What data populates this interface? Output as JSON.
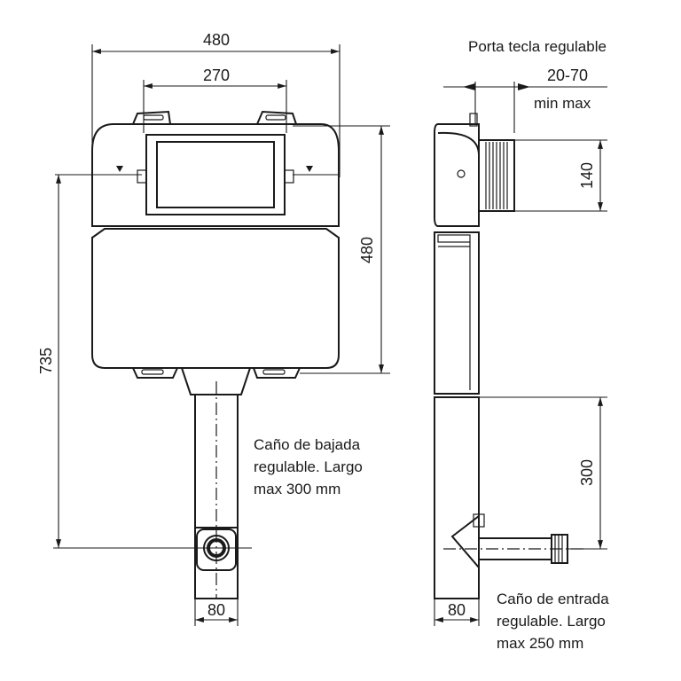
{
  "front_view": {
    "dim_total_width": "480",
    "dim_inner_width": "270",
    "dim_tank_height": "480",
    "dim_total_height": "735",
    "dim_pipe_width": "80",
    "note_downpipe": [
      "Caño de bajada",
      "regulable. Largo",
      "max 300 mm"
    ]
  },
  "side_view": {
    "title_button": "Porta tecla regulable",
    "dim_button_range": "20-70",
    "dim_button_range_labels": "min  max",
    "dim_button_height": "140",
    "dim_pipe_length": "300",
    "dim_pipe_width": "80",
    "note_inlet": [
      "Caño de entrada",
      "regulable. Largo",
      "max 250 mm"
    ]
  }
}
